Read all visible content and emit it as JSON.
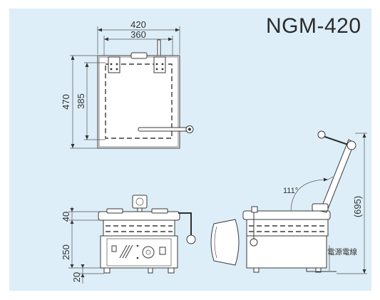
{
  "diagram": {
    "model": "NGM-420",
    "top_view": {
      "outer_width_dim": "420",
      "inner_width_dim": "360",
      "outer_depth_dim": "470",
      "inner_depth_dim": "385"
    },
    "front_view": {
      "top_height_dim": "40",
      "body_height_dim": "250",
      "leg_height_dim": "20"
    },
    "side_view": {
      "open_angle": "111°",
      "open_height_dim": "(695)",
      "power_cord_label": "電源電線"
    }
  },
  "colors": {
    "panel_background": "#ddeef8",
    "line": "#3a3a3a"
  }
}
